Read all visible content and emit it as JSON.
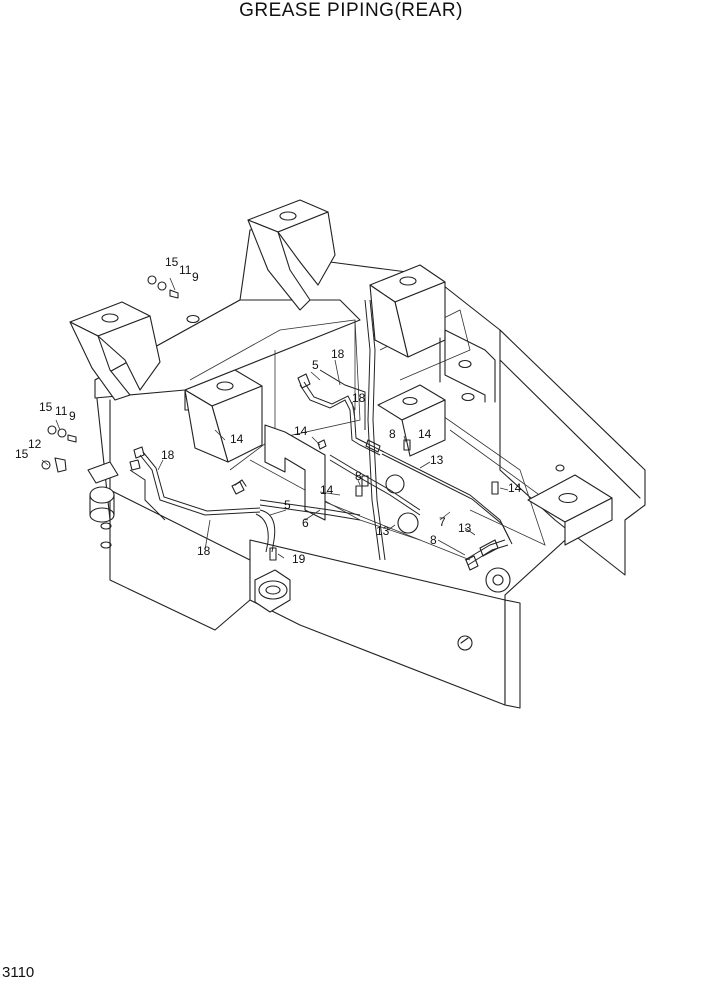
{
  "title": "GREASE PIPING(REAR)",
  "page_number": "3110",
  "callouts": {
    "c15a": "15",
    "c11a": "11",
    "c9a": "9",
    "c15b": "15",
    "c11b": "11",
    "c9b": "9",
    "c12": "12",
    "c15c": "15",
    "c5a": "5",
    "c18a": "18",
    "c18b": "18",
    "c14a": "14",
    "c14b": "14",
    "c8a": "8",
    "c13a": "13",
    "c18c": "18",
    "c14c": "14",
    "c8b": "8",
    "c14d": "14",
    "c5b": "5",
    "c6": "6",
    "c13b": "13",
    "c7": "7",
    "c13c": "13",
    "c8c": "8",
    "c18d": "18",
    "c19": "19"
  }
}
